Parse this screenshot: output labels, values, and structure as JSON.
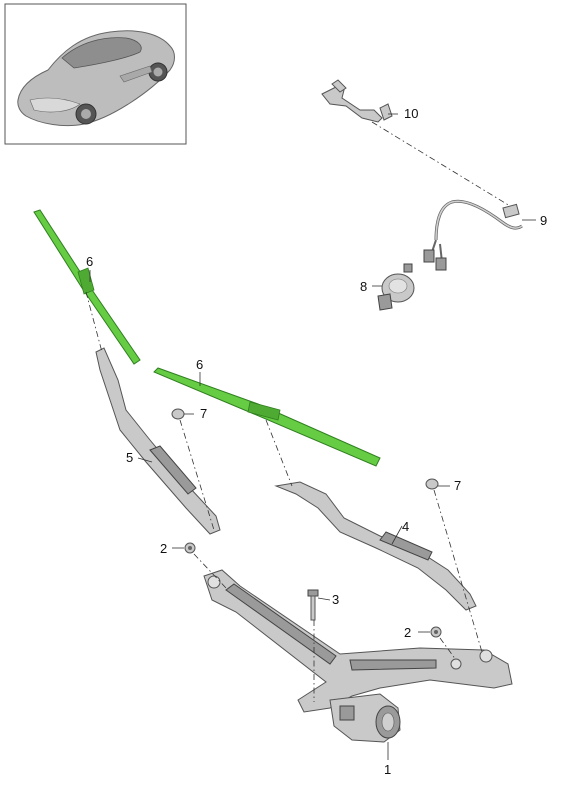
{
  "diagram": {
    "highlight_color": "#66cc44",
    "callouts": {
      "c1": "1",
      "c2a": "2",
      "c2b": "2",
      "c3": "3",
      "c4": "4",
      "c5": "5",
      "c6a": "6",
      "c6b": "6",
      "c7a": "7",
      "c7b": "7",
      "c8": "8",
      "c9": "9",
      "c10": "10"
    }
  }
}
